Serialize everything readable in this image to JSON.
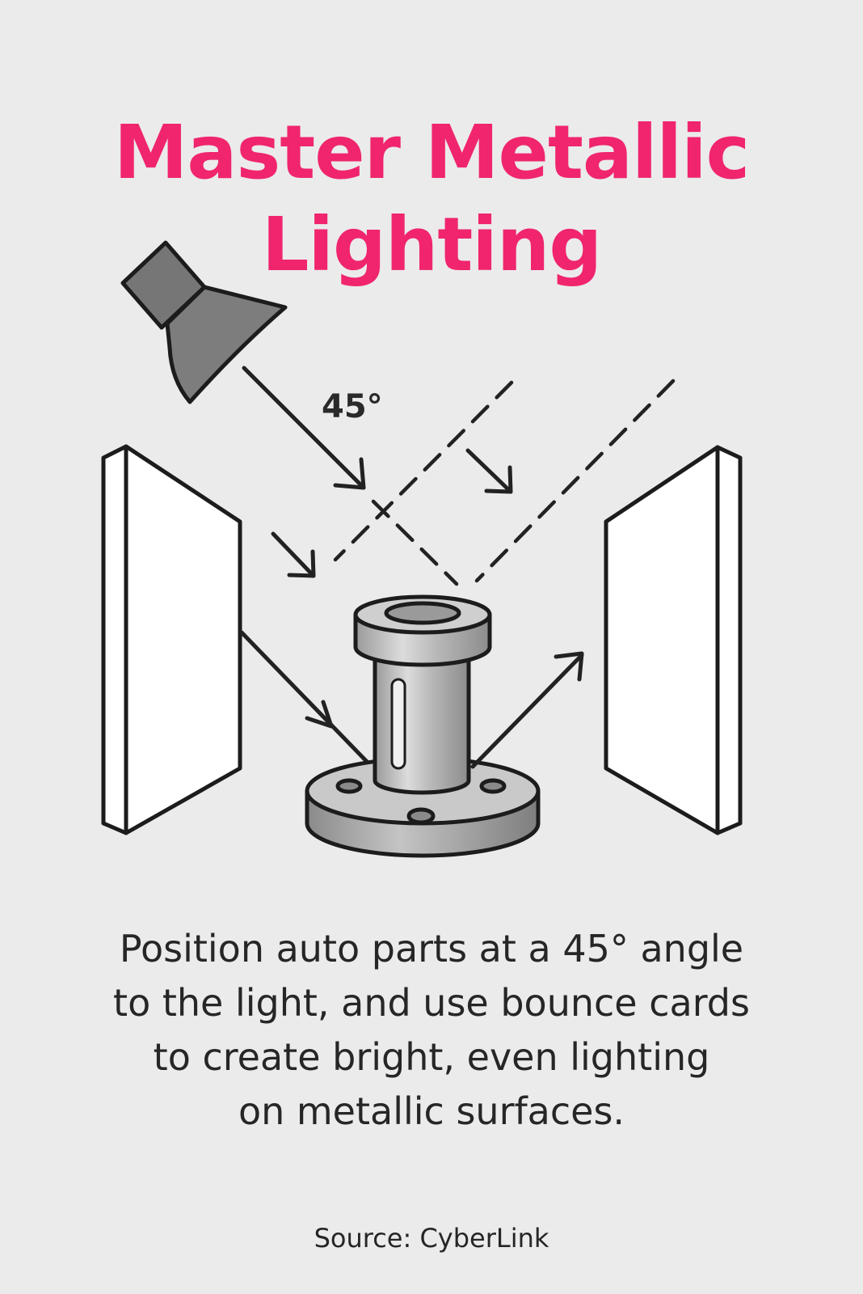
{
  "title": {
    "line1": "Master Metallic",
    "line2": "Lighting"
  },
  "diagram": {
    "angle_label": "45°"
  },
  "caption": {
    "line1": "Position auto parts at a 45° angle",
    "line2": "to the light, and use bounce cards",
    "line3": "to create bright, even lighting",
    "line4": "on metallic surfaces."
  },
  "source": "Source: CyberLink",
  "colors": {
    "title": "#f0256e",
    "background": "#ebebeb",
    "text": "#262626",
    "outline": "#1c1c1c"
  }
}
